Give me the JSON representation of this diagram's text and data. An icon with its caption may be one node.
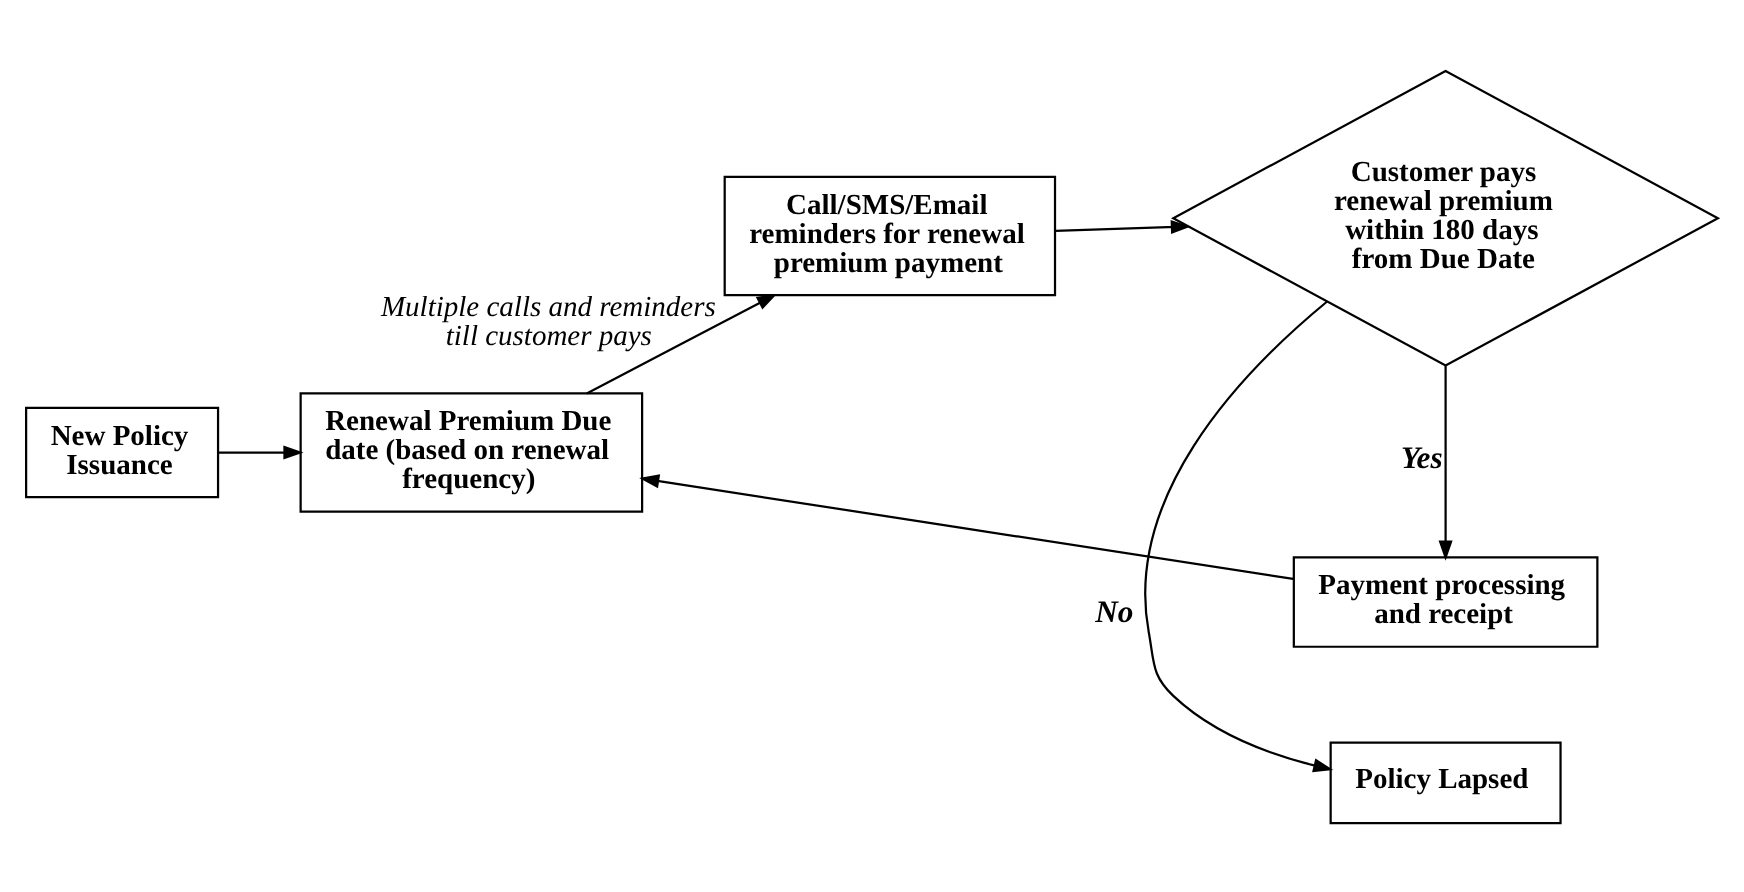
{
  "diagram": {
    "nodes": [
      {
        "text": [
          "New Policy Issuance"
        ]
      },
      {
        "text": [
          "Renewal Premium Due date (based on renewal frequency)"
        ]
      },
      {
        "text": [
          "Call/SMS/Email reminders for renewal premium payment"
        ],
        "beside": [
          "Multiple calls and reminders till customer pays"
        ]
      },
      {
        "text": [
          "Customer pays renewal premium within 180 days from Due Date"
        ]
      },
      {
        "text": [
          "Policy Lapsed"
        ]
      },
      {
        "text": [
          "Payment processing and receipt"
        ]
      }
    ],
    "edges": [
      {
        "from": 0,
        "to": 1,
        "arrow": "to"
      },
      {
        "from": 1,
        "to": 2,
        "arrow": "to"
      },
      {
        "from": 2,
        "to": 3,
        "arrow": "to"
      },
      {
        "from": 3,
        "to": 4,
        "arrow": "to",
        "label": "No"
      },
      {
        "from": 3,
        "to": 5,
        "arrow": "to",
        "label": "Yes"
      },
      {
        "from": 5,
        "to": 1,
        "arrow": "to"
      }
    ]
  }
}
